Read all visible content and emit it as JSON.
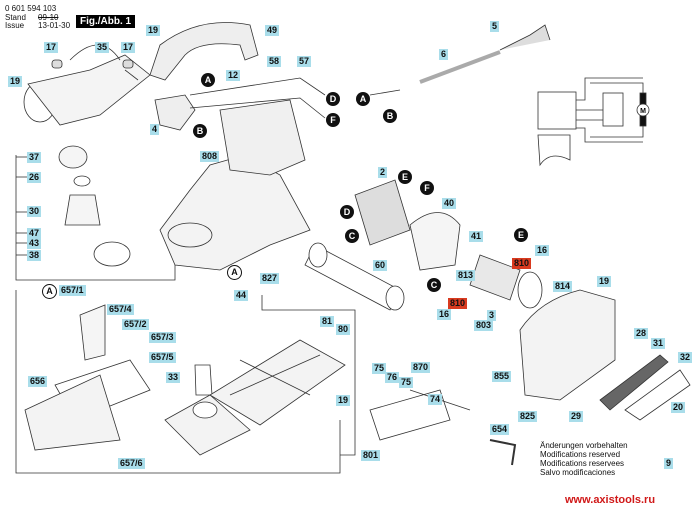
{
  "header": {
    "part_number": "0 601 594 103",
    "stand_label": "Stand",
    "stand_value": "09-10",
    "issue_label": "Issue",
    "issue_value": "13-01-30",
    "figure_title": "Fig./Abb. 1"
  },
  "labels": [
    {
      "id": "17a",
      "text": "17"
    },
    {
      "id": "35",
      "text": "35"
    },
    {
      "id": "17b",
      "text": "17"
    },
    {
      "id": "19a",
      "text": "19"
    },
    {
      "id": "19b",
      "text": "19"
    },
    {
      "id": "49",
      "text": "49"
    },
    {
      "id": "12",
      "text": "12"
    },
    {
      "id": "58",
      "text": "58"
    },
    {
      "id": "57",
      "text": "57"
    },
    {
      "id": "4",
      "text": "4"
    },
    {
      "id": "808",
      "text": "808"
    },
    {
      "id": "6",
      "text": "6"
    },
    {
      "id": "5",
      "text": "5"
    },
    {
      "id": "37",
      "text": "37"
    },
    {
      "id": "26",
      "text": "26"
    },
    {
      "id": "30",
      "text": "30"
    },
    {
      "id": "47",
      "text": "47"
    },
    {
      "id": "43",
      "text": "43"
    },
    {
      "id": "38",
      "text": "38"
    },
    {
      "id": "2",
      "text": "2"
    },
    {
      "id": "40",
      "text": "40"
    },
    {
      "id": "41",
      "text": "41"
    },
    {
      "id": "16a",
      "text": "16"
    },
    {
      "id": "60",
      "text": "60"
    },
    {
      "id": "813",
      "text": "813"
    },
    {
      "id": "16b",
      "text": "16"
    },
    {
      "id": "3",
      "text": "3"
    },
    {
      "id": "803",
      "text": "803"
    },
    {
      "id": "827",
      "text": "827"
    },
    {
      "id": "44",
      "text": "44"
    },
    {
      "id": "657_1",
      "text": "657/1"
    },
    {
      "id": "657_4",
      "text": "657/4"
    },
    {
      "id": "657_2",
      "text": "657/2"
    },
    {
      "id": "657_3",
      "text": "657/3"
    },
    {
      "id": "657_5",
      "text": "657/5"
    },
    {
      "id": "656",
      "text": "656"
    },
    {
      "id": "657_6",
      "text": "657/6"
    },
    {
      "id": "33",
      "text": "33"
    },
    {
      "id": "81",
      "text": "81"
    },
    {
      "id": "80",
      "text": "80"
    },
    {
      "id": "19c",
      "text": "19"
    },
    {
      "id": "801",
      "text": "801"
    },
    {
      "id": "75a",
      "text": "75"
    },
    {
      "id": "76",
      "text": "76"
    },
    {
      "id": "75b",
      "text": "75"
    },
    {
      "id": "870",
      "text": "870"
    },
    {
      "id": "74",
      "text": "74"
    },
    {
      "id": "654",
      "text": "654"
    },
    {
      "id": "855",
      "text": "855"
    },
    {
      "id": "825",
      "text": "825"
    },
    {
      "id": "29",
      "text": "29"
    },
    {
      "id": "814",
      "text": "814"
    },
    {
      "id": "19d",
      "text": "19"
    },
    {
      "id": "28",
      "text": "28"
    },
    {
      "id": "31",
      "text": "31"
    },
    {
      "id": "32",
      "text": "32"
    },
    {
      "id": "20",
      "text": "20"
    },
    {
      "id": "9",
      "text": "9"
    }
  ],
  "red_labels": [
    {
      "id": "810a",
      "text": "810"
    },
    {
      "id": "810b",
      "text": "810"
    }
  ],
  "connectors": [
    {
      "id": "A1",
      "text": "A"
    },
    {
      "id": "B1",
      "text": "B"
    },
    {
      "id": "D1",
      "text": "D"
    },
    {
      "id": "F1",
      "text": "F"
    },
    {
      "id": "A2",
      "text": "A"
    },
    {
      "id": "B2",
      "text": "B"
    },
    {
      "id": "E1",
      "text": "E"
    },
    {
      "id": "F2",
      "text": "F"
    },
    {
      "id": "D2",
      "text": "D"
    },
    {
      "id": "C1",
      "text": "C"
    },
    {
      "id": "E2",
      "text": "E"
    },
    {
      "id": "C2",
      "text": "C"
    },
    {
      "id": "A3",
      "text": "A"
    },
    {
      "id": "A4",
      "text": "A"
    }
  ],
  "schematic": {
    "motor_symbol": "M"
  },
  "notes": [
    "Änderungen vorbehalten",
    "Modifications reserved",
    "Modifications reservees",
    "Salvo modificaciones"
  ],
  "website": "www.axistools.ru"
}
